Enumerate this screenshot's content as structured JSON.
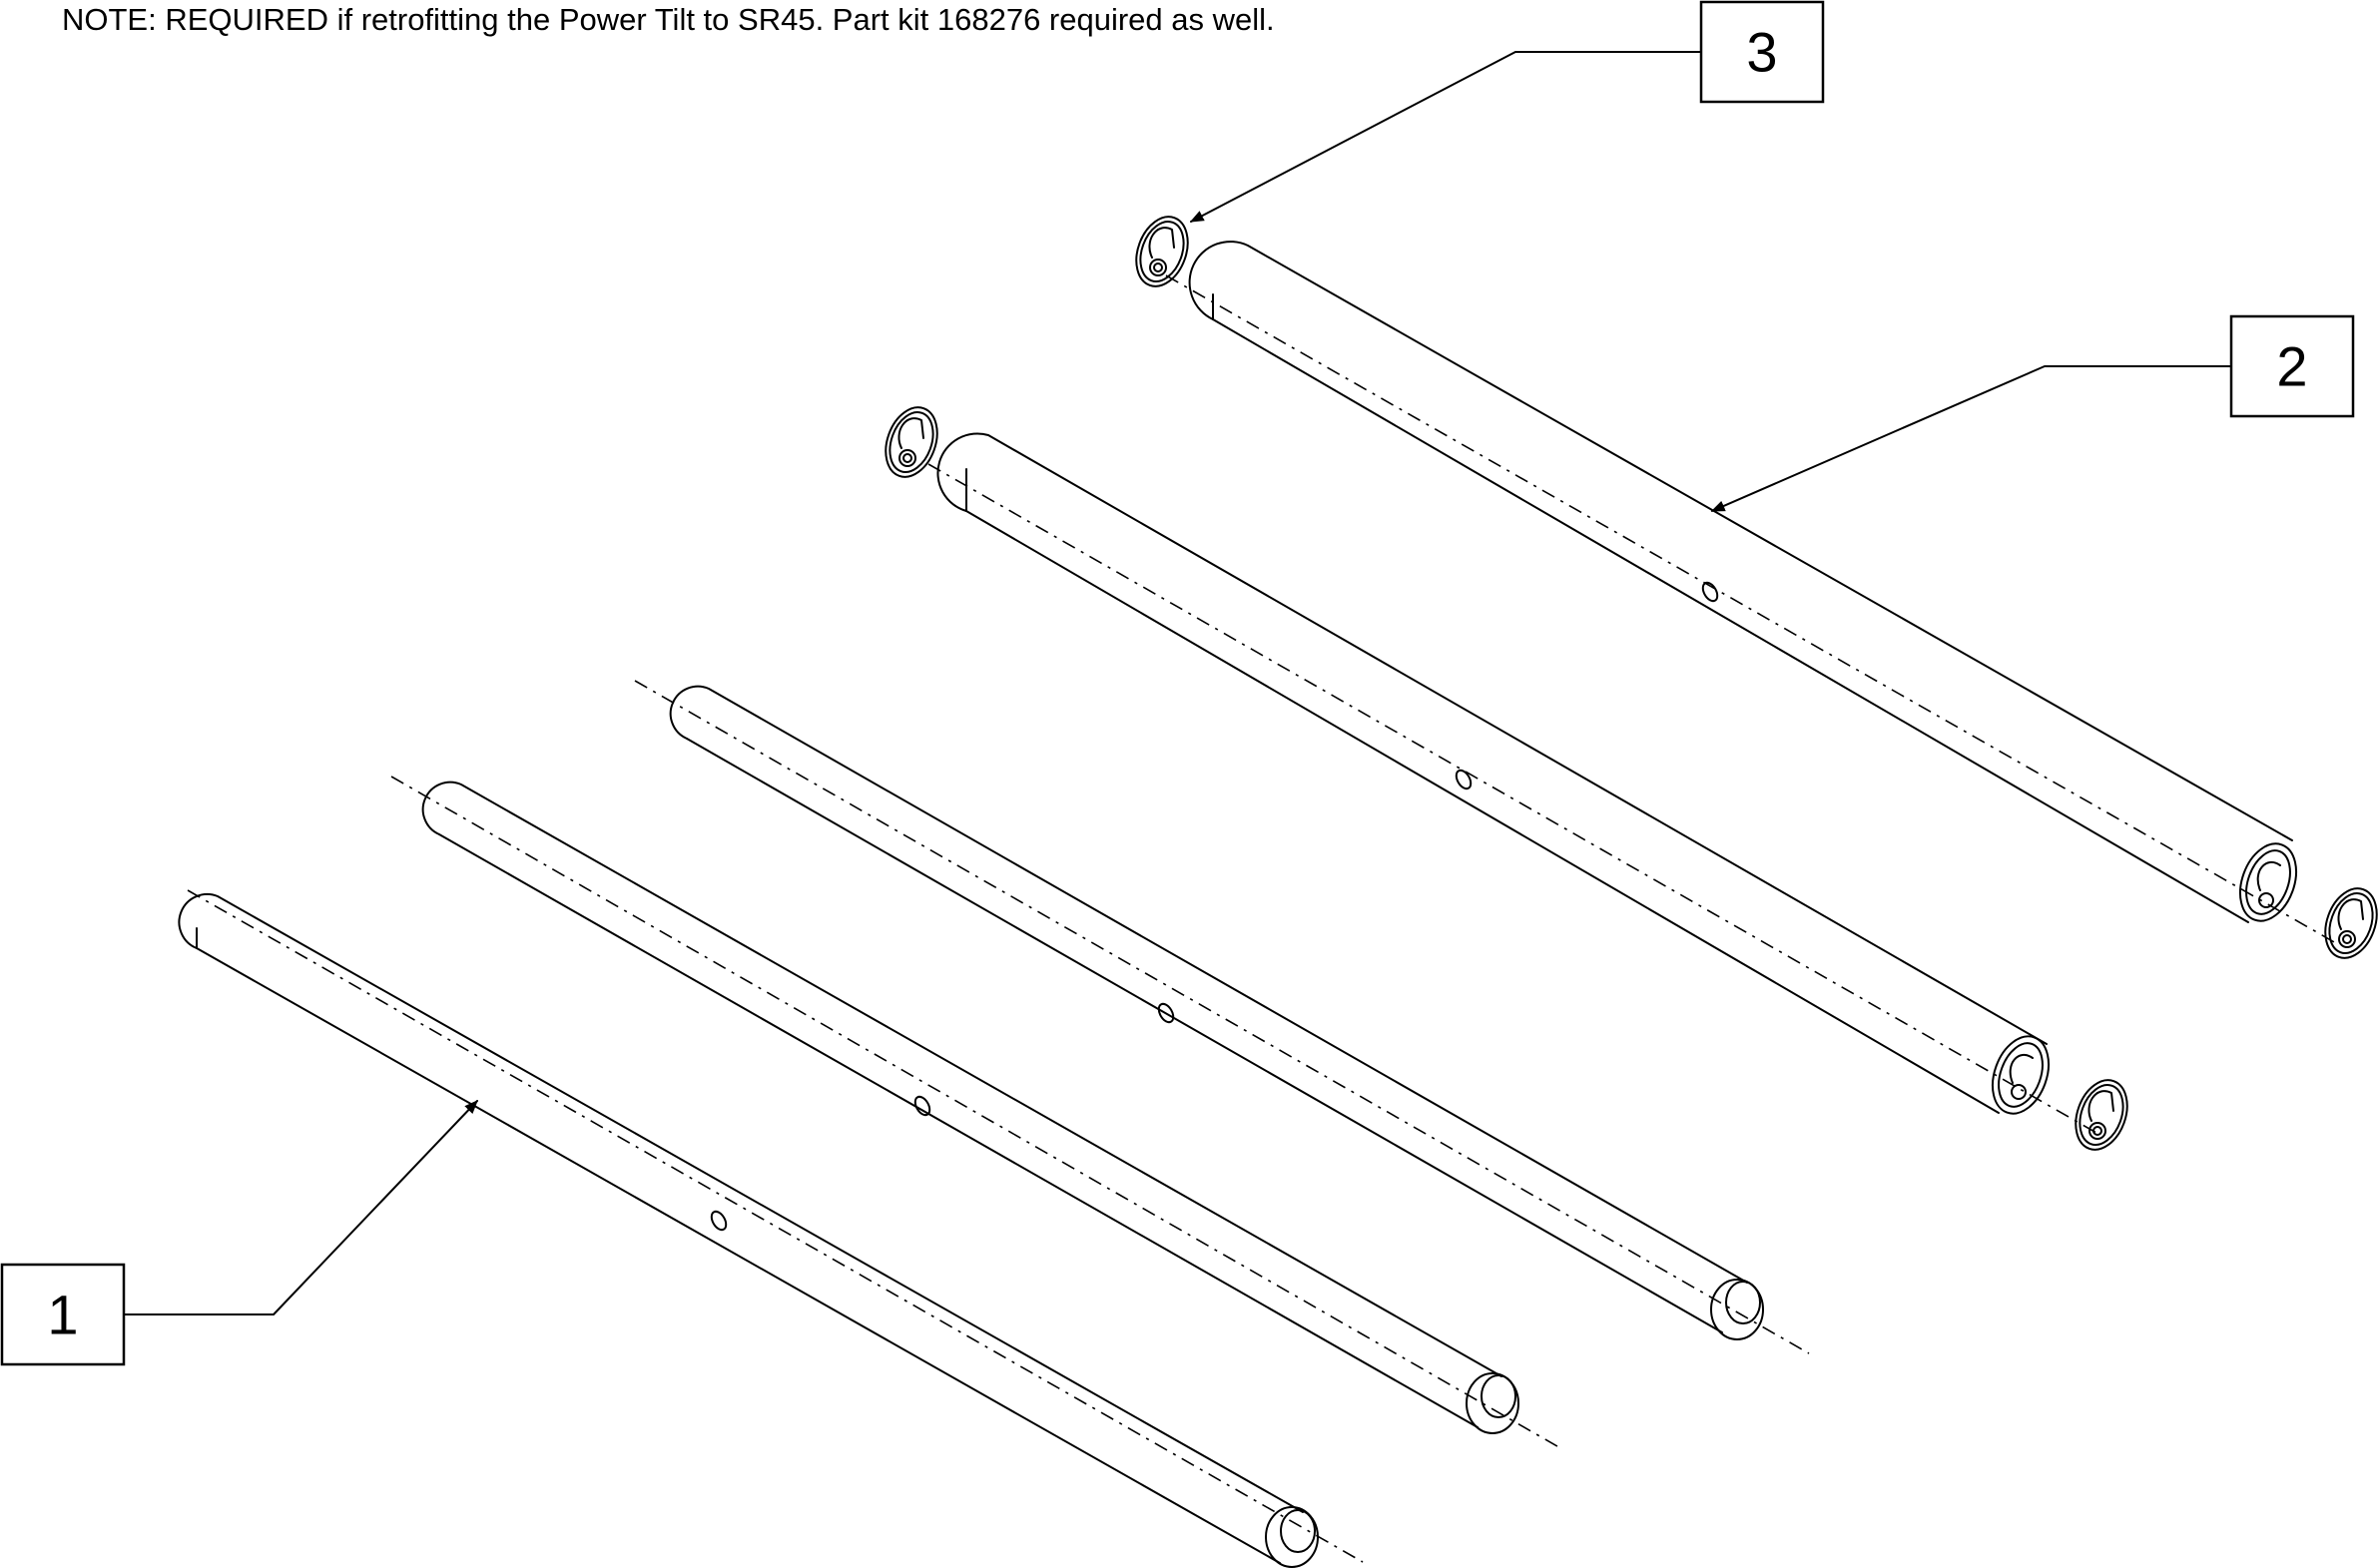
{
  "note": "NOTE: REQUIRED if retrofitting the Power Tilt to SR45. Part kit 168276 required as well.",
  "callouts": [
    {
      "id": "1",
      "label": "1"
    },
    {
      "id": "2",
      "label": "2"
    },
    {
      "id": "3",
      "label": "3"
    }
  ],
  "parts": [
    {
      "callout": "1",
      "kind": "tube",
      "count": 3
    },
    {
      "callout": "2",
      "kind": "tube-with-plug",
      "count": 2
    },
    {
      "callout": "3",
      "kind": "end-plug",
      "count": 4
    }
  ]
}
